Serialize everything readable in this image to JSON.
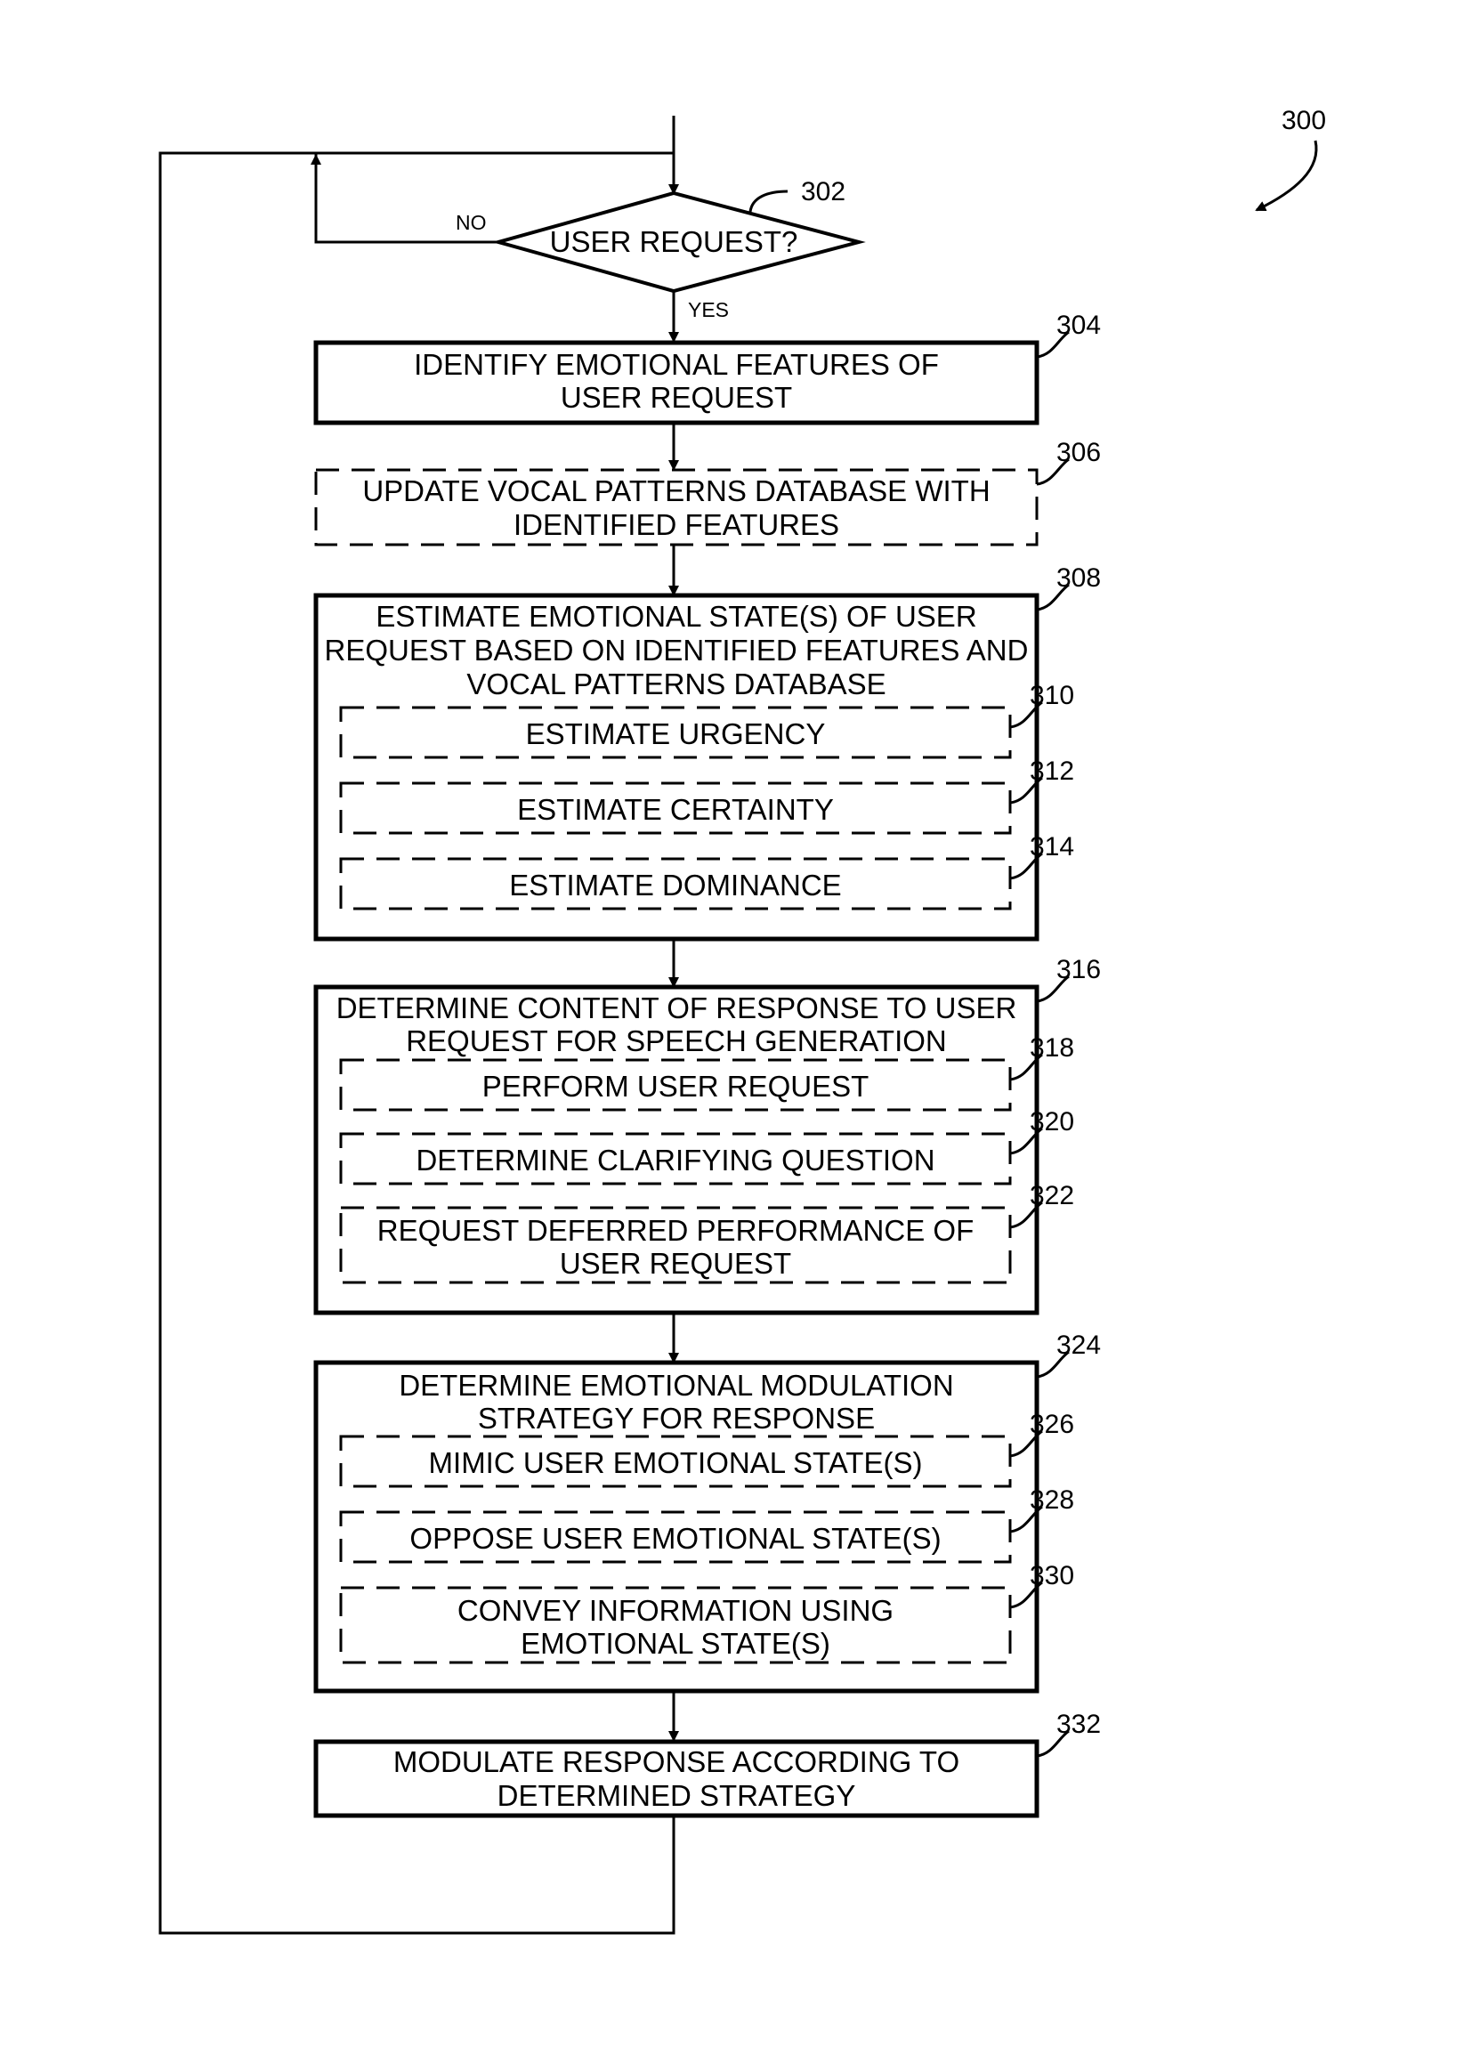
{
  "figure_ref": "300",
  "decision": {
    "ref": "302",
    "text": "USER REQUEST?",
    "no_label": "NO",
    "yes_label": "YES"
  },
  "steps": [
    {
      "ref": "304",
      "lines": [
        "IDENTIFY EMOTIONAL FEATURES OF",
        "USER REQUEST"
      ],
      "style": "solid"
    },
    {
      "ref": "306",
      "lines": [
        "UPDATE VOCAL PATTERNS DATABASE WITH",
        "IDENTIFIED FEATURES"
      ],
      "style": "dashed"
    },
    {
      "ref": "308",
      "lines": [
        "ESTIMATE EMOTIONAL STATE(S) OF USER",
        "REQUEST BASED ON IDENTIFIED FEATURES AND",
        "VOCAL PATTERNS DATABASE"
      ],
      "style": "solid",
      "substeps": [
        {
          "ref": "310",
          "lines": [
            "ESTIMATE URGENCY"
          ]
        },
        {
          "ref": "312",
          "lines": [
            "ESTIMATE CERTAINTY"
          ]
        },
        {
          "ref": "314",
          "lines": [
            "ESTIMATE DOMINANCE"
          ]
        }
      ]
    },
    {
      "ref": "316",
      "lines": [
        "DETERMINE CONTENT OF RESPONSE TO USER",
        "REQUEST FOR SPEECH GENERATION"
      ],
      "style": "solid",
      "substeps": [
        {
          "ref": "318",
          "lines": [
            "PERFORM USER REQUEST"
          ]
        },
        {
          "ref": "320",
          "lines": [
            "DETERMINE CLARIFYING QUESTION"
          ]
        },
        {
          "ref": "322",
          "lines": [
            "REQUEST DEFERRED PERFORMANCE OF",
            "USER REQUEST"
          ]
        }
      ]
    },
    {
      "ref": "324",
      "lines": [
        "DETERMINE EMOTIONAL MODULATION",
        "STRATEGY FOR RESPONSE"
      ],
      "style": "solid",
      "substeps": [
        {
          "ref": "326",
          "lines": [
            "MIMIC USER EMOTIONAL STATE(S)"
          ]
        },
        {
          "ref": "328",
          "lines": [
            "OPPOSE USER EMOTIONAL STATE(S)"
          ]
        },
        {
          "ref": "330",
          "lines": [
            "CONVEY INFORMATION USING",
            "EMOTIONAL STATE(S)"
          ]
        }
      ]
    },
    {
      "ref": "332",
      "lines": [
        "MODULATE RESPONSE ACCORDING TO",
        "DETERMINED STRATEGY"
      ],
      "style": "solid"
    }
  ]
}
